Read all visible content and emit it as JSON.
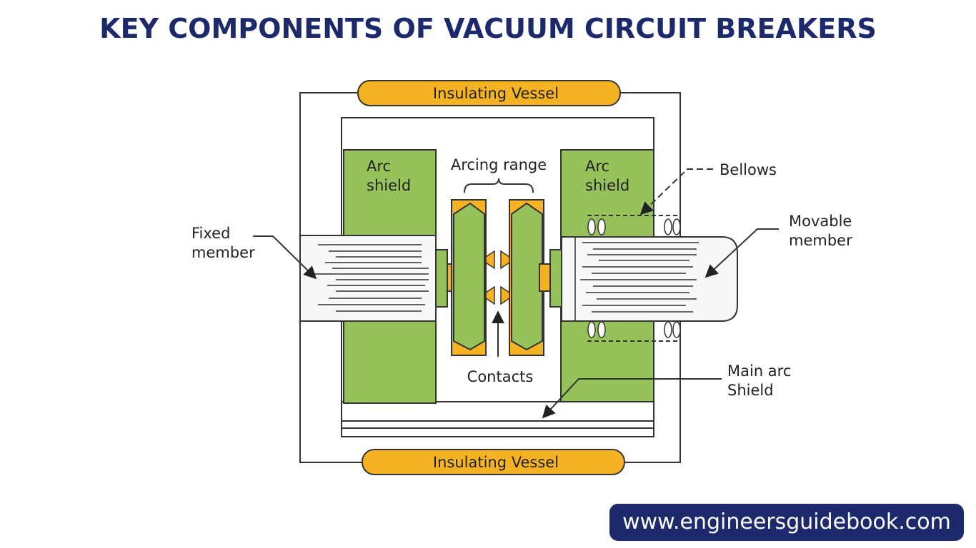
{
  "title": "KEY COMPONENTS OF VACUUM CIRCUIT BREAKERS",
  "labels": {
    "insulating_vessel_top": "Insulating Vessel",
    "insulating_vessel_bottom": "Insulating Vessel",
    "arc_shield_left_1": "Arc",
    "arc_shield_left_2": "shield",
    "arc_shield_right_1": "Arc",
    "arc_shield_right_2": "shield",
    "arcing_range": "Arcing range",
    "bellows": "Bellows",
    "fixed_member_1": "Fixed",
    "fixed_member_2": "member",
    "movable_member_1": "Movable",
    "movable_member_2": "member",
    "contacts": "Contacts",
    "main_arc_shield_1": "Main arc",
    "main_arc_shield_2": "Shield"
  },
  "website": "www.engineersguidebook.com",
  "colors": {
    "title": "#1c2a6b",
    "shield_green": "#95c25a",
    "vessel_orange": "#f5b323",
    "badge_bg": "#1c2a6b"
  }
}
